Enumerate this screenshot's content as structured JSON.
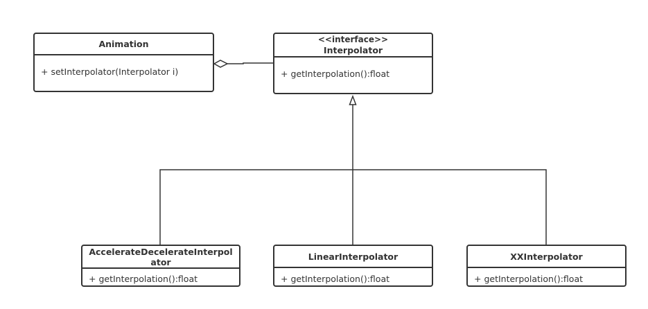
{
  "classes": {
    "animation": {
      "name": "Animation",
      "methods": [
        "+ setInterpolator(Interpolator i)"
      ]
    },
    "interpolator": {
      "stereotype": "<<interface>>",
      "name": "Interpolator",
      "methods": [
        "+ getInterpolation():float"
      ]
    },
    "accelerate_decelerate": {
      "name": "AccelerateDecelerateInterpolator",
      "methods": [
        "+ getInterpolation():float"
      ]
    },
    "linear": {
      "name": "LinearInterpolator",
      "methods": [
        "+ getInterpolation():float"
      ]
    },
    "xx": {
      "name": "XXInterpolator",
      "methods": [
        "+ getInterpolation():float"
      ]
    }
  },
  "relations": {
    "aggregation": {
      "from": "Animation",
      "to": "Interpolator",
      "kind": "aggregation"
    },
    "realization": {
      "parent": "Interpolator",
      "children": [
        "AccelerateDecelerateInterpolator",
        "LinearInterpolator",
        "XXInterpolator"
      ],
      "kind": "implementation"
    }
  },
  "colors": {
    "stroke": "#333333",
    "background": "#ffffff"
  }
}
